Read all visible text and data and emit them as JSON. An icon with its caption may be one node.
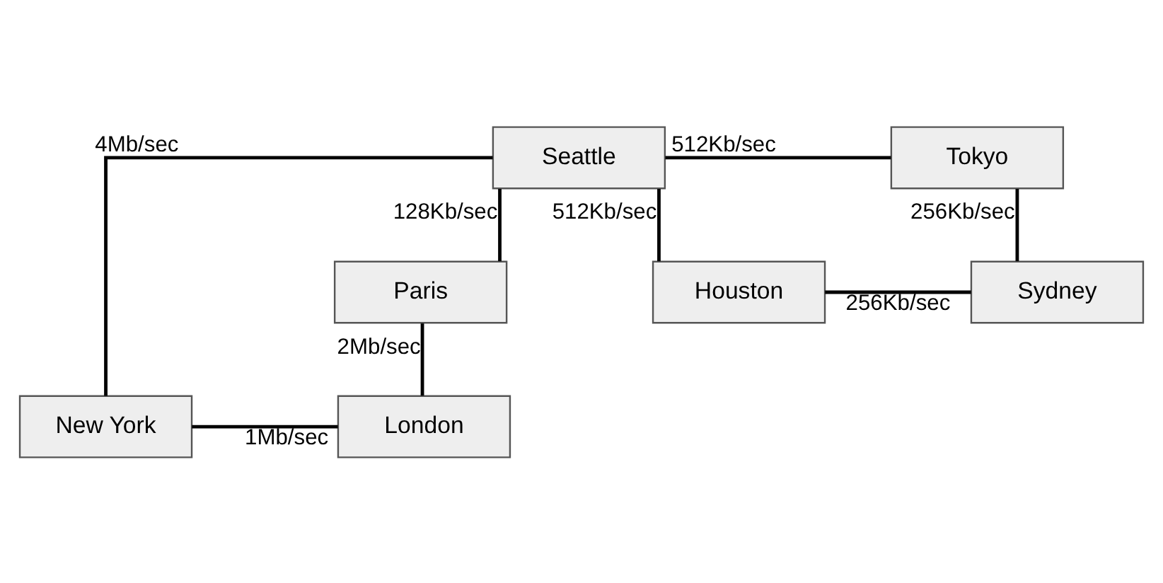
{
  "diagram": {
    "nodes": [
      {
        "text": [
          "Seattle"
        ]
      },
      {
        "text": [
          "Tokyo"
        ]
      },
      {
        "text": [
          "New York"
        ]
      },
      {
        "text": [
          "London"
        ]
      },
      {
        "text": [
          "Paris"
        ]
      },
      {
        "text": [
          "Houston"
        ]
      },
      {
        "text": [
          "Sydney"
        ]
      }
    ],
    "edges": [
      {
        "from": 0,
        "to": 1,
        "arrow": "none",
        "label": "512Kb/sec"
      },
      {
        "from": 0,
        "to": 2,
        "arrow": "none",
        "label": "4Mb/sec"
      },
      {
        "from": 2,
        "to": 3,
        "arrow": "none",
        "label": "1Mb/sec"
      },
      {
        "from": 0,
        "to": 5,
        "arrow": "none",
        "label": "512Kb/sec"
      },
      {
        "from": 0,
        "to": 4,
        "arrow": "none",
        "label": "128Kb/sec"
      },
      {
        "from": 4,
        "to": 3,
        "arrow": "none",
        "label": "2Mb/sec"
      },
      {
        "from": 1,
        "to": 6,
        "arrow": "none",
        "label": "256Kb/sec"
      },
      {
        "from": 5,
        "to": 6,
        "arrow": "none",
        "label": "256Kb/sec"
      }
    ]
  }
}
